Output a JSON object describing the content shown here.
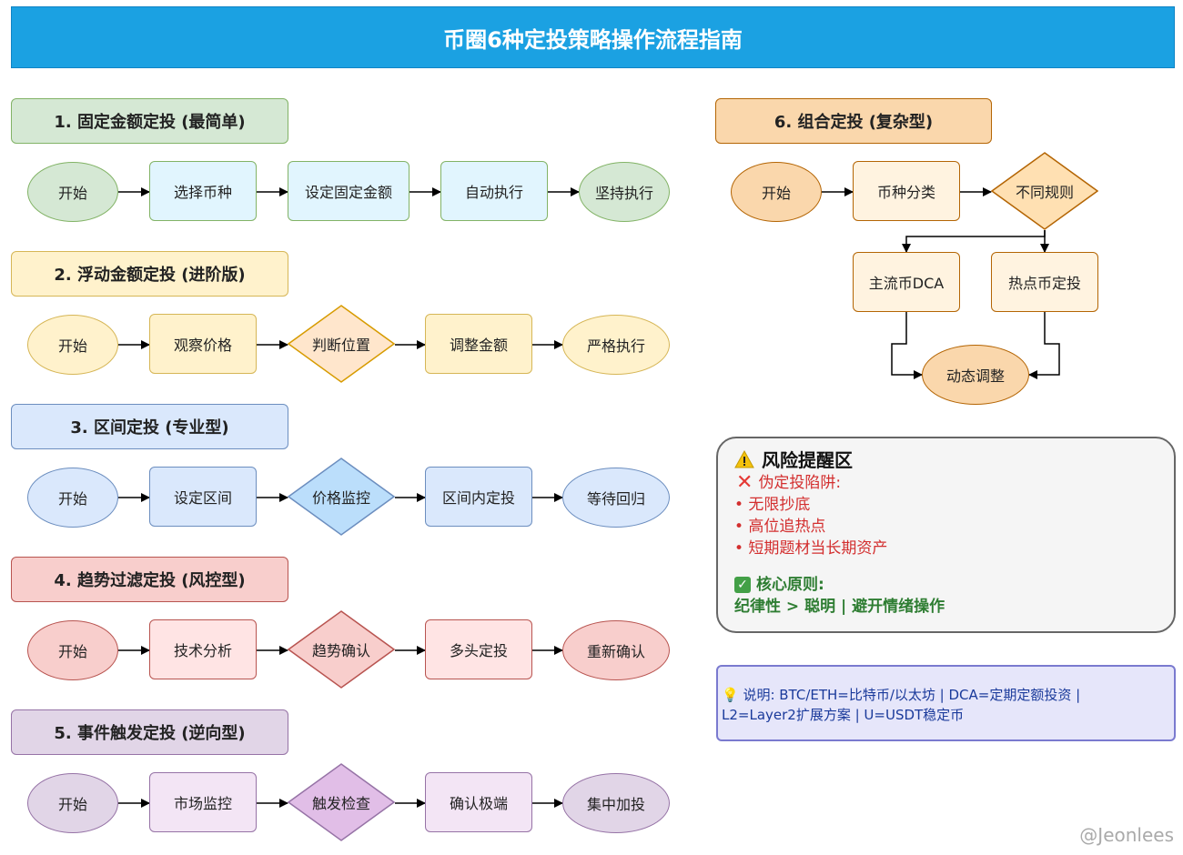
{
  "title": "币圈6种定投策略操作流程指南",
  "sections": [
    {
      "label": "1. 固定金额定投 (最简单)",
      "nodes": [
        "开始",
        "选择币种",
        "设定固定金额",
        "自动执行",
        "坚持执行"
      ]
    },
    {
      "label": "2. 浮动金额定投 (进阶版)",
      "nodes": [
        "开始",
        "观察价格",
        "判断位置",
        "调整金额",
        "严格执行"
      ]
    },
    {
      "label": "3. 区间定投 (专业型)",
      "nodes": [
        "开始",
        "设定区间",
        "价格监控",
        "区间内定投",
        "等待回归"
      ]
    },
    {
      "label": "4. 趋势过滤定投 (风控型)",
      "nodes": [
        "开始",
        "技术分析",
        "趋势确认",
        "多头定投",
        "重新确认"
      ]
    },
    {
      "label": "5. 事件触发定投 (逆向型)",
      "nodes": [
        "开始",
        "市场监控",
        "触发检查",
        "确认极端",
        "集中加投"
      ]
    },
    {
      "label": "6. 组合定投 (复杂型)",
      "nodes": [
        "开始",
        "币种分类",
        "不同规则",
        "主流币DCA",
        "热点币定投",
        "动态调整"
      ]
    }
  ],
  "risk": {
    "title": "风险提醒区",
    "trap_title": "伪定投陷阱:",
    "traps": [
      "• 无限抄底",
      "• 高位追热点",
      "• 短期题材当长期资产"
    ],
    "principle_title": "核心原则:",
    "principle": "纪律性 > 聪明 | 避开情绪操作"
  },
  "note": {
    "line1": "💡 说明: BTC/ETH=比特币/以太坊 | DCA=定期定额投资 |",
    "line2": "L2=Layer2扩展方案 | U=USDT稳定币"
  },
  "watermark": "@Jeonlees",
  "colors": {
    "title_bg": "#1ba1e2",
    "green_fill": "#d5e8d4",
    "green_stroke": "#82b366",
    "yellow_fill": "#fff2cc",
    "yellow_stroke": "#d6b656",
    "blue_fill": "#dae8fc",
    "blue_stroke": "#6c8ebf",
    "red_fill": "#f8cecc",
    "red_stroke": "#b85450",
    "purple_fill": "#e1d5e7",
    "purple_stroke": "#9673a6",
    "orange_fill": "#fad7ac",
    "orange_stroke": "#b46504"
  }
}
